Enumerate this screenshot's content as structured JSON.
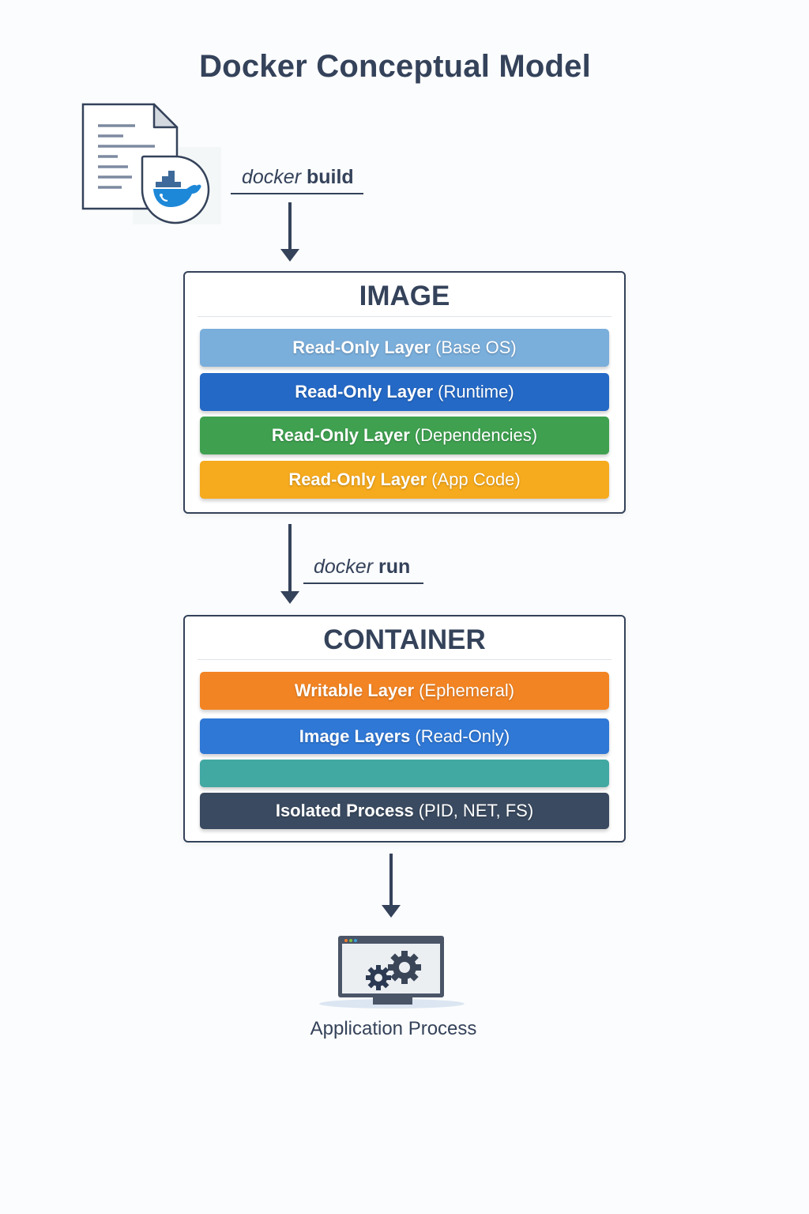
{
  "title": "Docker Conceptual Model",
  "icons": {
    "dockerfile": "dockerfile-document-icon",
    "whale": "docker-whale-icon",
    "app": "application-monitor-gears-icon"
  },
  "commands": {
    "build": {
      "prefix": "docker",
      "verb": "build"
    },
    "run": {
      "prefix": "docker",
      "verb": "run"
    }
  },
  "image_panel": {
    "title": "IMAGE",
    "layers": [
      {
        "main": "Read-Only Layer",
        "detail": "(Base OS)",
        "color": "#7aaedb"
      },
      {
        "main": "Read-Only Layer",
        "detail": "(Runtime)",
        "color": "#2469c6"
      },
      {
        "main": "Read-Only Layer",
        "detail": "(Dependencies)",
        "color": "#3fa150"
      },
      {
        "main": "Read-Only Layer",
        "detail": "(App Code)",
        "color": "#f6aa1d"
      }
    ]
  },
  "container_panel": {
    "title": "CONTAINER",
    "layers": [
      {
        "main": "Writable Layer",
        "detail": "(Ephemeral)",
        "color": "#f28423"
      },
      {
        "main": "Image Layers",
        "detail": "(Read-Only)",
        "color": "#2f78d6"
      },
      {
        "main": "",
        "detail": "",
        "color": "#42a8a2"
      },
      {
        "main": "Isolated Process",
        "detail": "(PID, NET, FS)",
        "color": "#3a4a60"
      }
    ]
  },
  "output": {
    "label": "Application Process"
  },
  "colors": {
    "ink": "#34425a",
    "docker_blue": "#1e88d8"
  }
}
